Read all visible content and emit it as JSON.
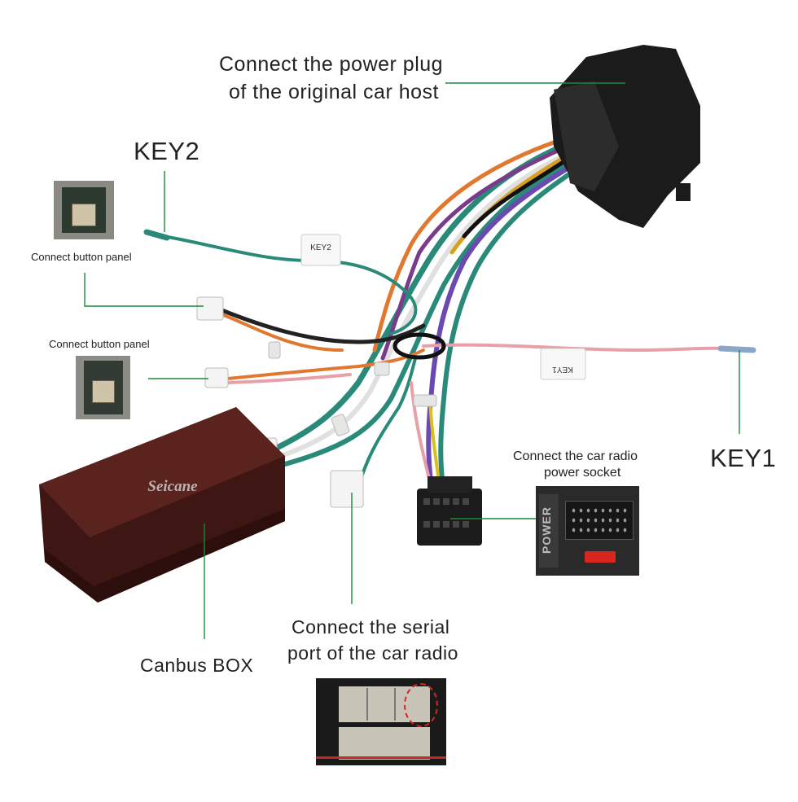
{
  "labels": {
    "power_plug_line1": "Connect the power plug",
    "power_plug_line2": "of the original car host",
    "key2": "KEY2",
    "key1": "KEY1",
    "button_panel_top": "Connect button panel",
    "button_panel_bottom": "Connect button panel",
    "radio_socket_line1": "Connect the car radio",
    "radio_socket_line2": "power socket",
    "serial_line1": "Connect the serial",
    "serial_line2": "port of the car radio",
    "canbus_box": "Canbus BOX"
  },
  "tags": {
    "key2_tag": "KEY2",
    "key1_tag": "KEY1"
  },
  "box_brand": "Seicane",
  "socket_text": "POWER",
  "colors": {
    "leader_line": "#1a8a3a",
    "box": "#4a1c18",
    "connector": "#1e1e1e",
    "accent_red": "#d8261f"
  }
}
